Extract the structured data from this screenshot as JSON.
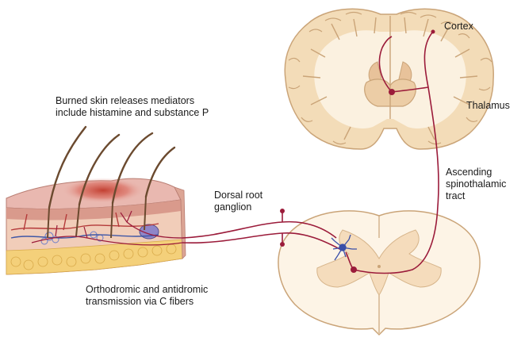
{
  "labels": {
    "burned_skin": {
      "line1": "Burned skin releases mediators",
      "line2": "include histamine and substance P"
    },
    "dorsal_root": {
      "line1": "Dorsal root",
      "line2": "ganglion"
    },
    "cortex": "Cortex",
    "thalamus": "Thalamus",
    "ascending": {
      "line1": "Ascending",
      "line2": "spinothalamic",
      "line3": "tract"
    },
    "orthodromic": {
      "line1": "Orthodromic and antidromic",
      "line2": "transmission via C fibers"
    }
  },
  "colors": {
    "nerve": "#9b1b3a",
    "brain_tissue": "#f3dcb8",
    "brain_white_matter": "#fbf1e0",
    "brain_outline": "#caa478",
    "cord_gray_matter": "#f5dcbc",
    "cord_white_matter": "#fdf4e6",
    "skin_epidermis": "#e9b8b0",
    "skin_burn": "#c0392b",
    "fat_layer": "#f4d07a",
    "hair": "#6b4a2f",
    "neuron": "#3a4fa8"
  }
}
